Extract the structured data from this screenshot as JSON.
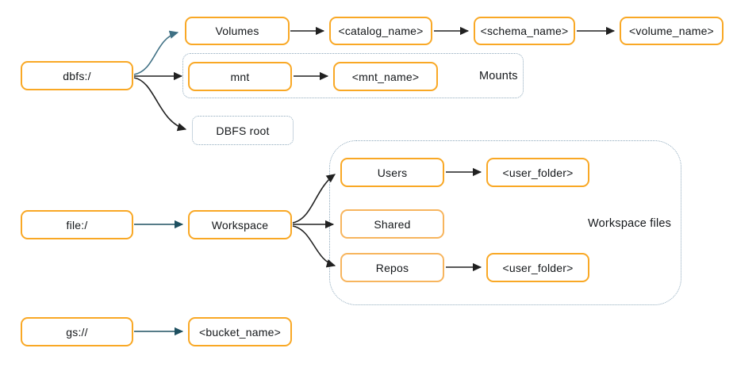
{
  "nodes": {
    "dbfs": {
      "label": "dbfs:/"
    },
    "volumes": {
      "label": "Volumes"
    },
    "catalog": {
      "label": "<catalog_name>"
    },
    "schema": {
      "label": "<schema_name>"
    },
    "volume": {
      "label": "<volume_name>"
    },
    "mnt": {
      "label": "mnt"
    },
    "mnt_name": {
      "label": "<mnt_name>"
    },
    "dbfs_root": {
      "label": "DBFS root"
    },
    "file": {
      "label": "file:/"
    },
    "workspace": {
      "label": "Workspace"
    },
    "users": {
      "label": "Users"
    },
    "user_folder_top": {
      "label": "<user_folder>"
    },
    "shared": {
      "label": "Shared"
    },
    "repos": {
      "label": "Repos"
    },
    "user_folder_bottom": {
      "label": "<user_folder>"
    },
    "gs": {
      "label": "gs://"
    },
    "bucket_name": {
      "label": "<bucket_name>"
    }
  },
  "groups": {
    "mounts": {
      "label": "Mounts"
    },
    "workspace_files": {
      "label": "Workspace files"
    }
  },
  "edges": [
    {
      "from": "dbfs",
      "to": "volumes",
      "color": "teal-light",
      "shape": "curve-up"
    },
    {
      "from": "dbfs",
      "to": "mnt",
      "color": "black",
      "shape": "straight"
    },
    {
      "from": "dbfs",
      "to": "dbfs_root",
      "color": "black",
      "shape": "curve-down"
    },
    {
      "from": "volumes",
      "to": "catalog",
      "color": "black",
      "shape": "straight"
    },
    {
      "from": "catalog",
      "to": "schema",
      "color": "black",
      "shape": "straight"
    },
    {
      "from": "schema",
      "to": "volume",
      "color": "black",
      "shape": "straight"
    },
    {
      "from": "mnt",
      "to": "mnt_name",
      "color": "black",
      "shape": "straight"
    },
    {
      "from": "file",
      "to": "workspace",
      "color": "teal",
      "shape": "straight"
    },
    {
      "from": "workspace",
      "to": "users",
      "color": "black",
      "shape": "curve-up"
    },
    {
      "from": "workspace",
      "to": "shared",
      "color": "black",
      "shape": "straight"
    },
    {
      "from": "workspace",
      "to": "repos",
      "color": "black",
      "shape": "curve-down"
    },
    {
      "from": "users",
      "to": "user_folder_top",
      "color": "black",
      "shape": "straight"
    },
    {
      "from": "repos",
      "to": "user_folder_bottom",
      "color": "black",
      "shape": "straight"
    },
    {
      "from": "gs",
      "to": "bucket_name",
      "color": "teal",
      "shape": "straight"
    }
  ],
  "colors": {
    "node_border": "#F9A825",
    "node_border_light": "#F7B55E",
    "group_border": "#8FA9BC",
    "arrow_dark": "#212121",
    "arrow_teal": "#1E5060",
    "arrow_teal_light": "#3F7084",
    "text": "#14171A",
    "background": "#FFFFFF"
  }
}
